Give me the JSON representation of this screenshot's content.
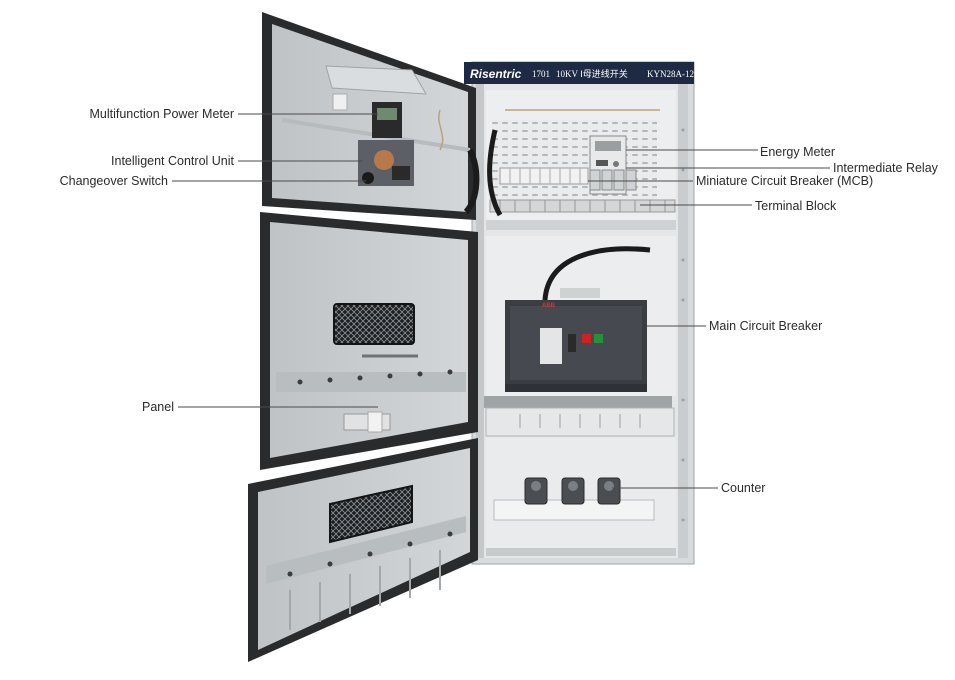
{
  "cabinet": {
    "brand": "Risentric",
    "nameplate_id": "1701",
    "nameplate_desc": "10KV Ⅰ母进线开关",
    "model": "KYN28A-12",
    "breaker_brand": "ABB"
  },
  "labels": {
    "multifunction_power_meter": "Multifunction Power Meter",
    "intelligent_control_unit": "Intelligent Control Unit",
    "changeover_switch": "Changeover Switch",
    "panel": "Panel",
    "energy_meter": "Energy Meter",
    "intermediate_relay": "Intermediate Relay",
    "miniature_circuit_breaker": "Miniature Circuit Breaker (MCB)",
    "terminal_block": "Terminal Block",
    "main_circuit_breaker": "Main Circuit Breaker",
    "counter": "Counter"
  },
  "colors": {
    "cabinet_body": "#d9dcdd",
    "door_frame": "#2a2b2d",
    "door_panel": "#c9cdce",
    "breaker_body": "#3a3d42",
    "header_plate": "#1e2a44",
    "leader_line": "#4a4a4a"
  }
}
